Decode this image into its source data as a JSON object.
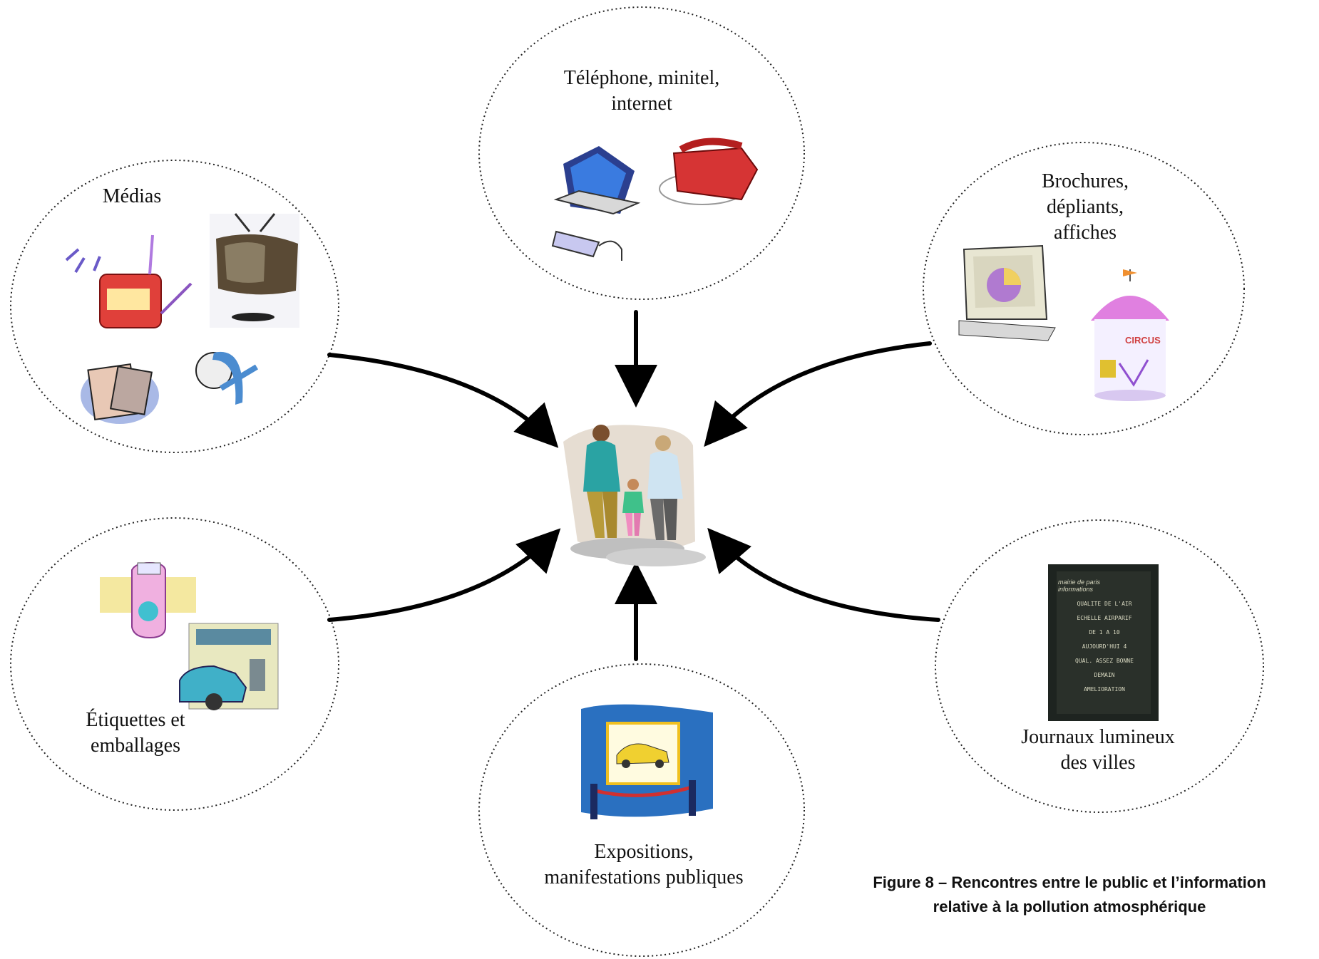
{
  "nodes": {
    "medias": {
      "label": "Médias"
    },
    "telephone": {
      "label_lines": [
        "Téléphone, minitel,",
        "internet"
      ]
    },
    "brochures": {
      "label_lines": [
        "Brochures,",
        "dépliants,",
        "affiches"
      ]
    },
    "etiquettes": {
      "label_lines": [
        "Étiquettes et",
        "emballages"
      ]
    },
    "expositions": {
      "label_lines": [
        "Expositions,",
        "manifestations publiques"
      ]
    },
    "journaux": {
      "label_lines": [
        "Journaux lumineux",
        "des villes"
      ],
      "sign_lines": [
        "mairie de paris",
        "informations",
        "QUALITE DE L'AIR",
        "ECHELLE AIRPARIF",
        "DE 1 A 10",
        "AUJOURD'HUI 4",
        "QUAL. ASSEZ BONNE",
        "DEMAIN",
        "AMELIORATION"
      ]
    }
  },
  "banner_text": "CIRCUS",
  "caption_lines": [
    "Figure 8 – Rencontres entre le public et l’information",
    "relative à la pollution atmosphérique"
  ],
  "colors": {
    "arrow": "#000000",
    "ellipse_border": "#222222",
    "text": "#111111"
  }
}
